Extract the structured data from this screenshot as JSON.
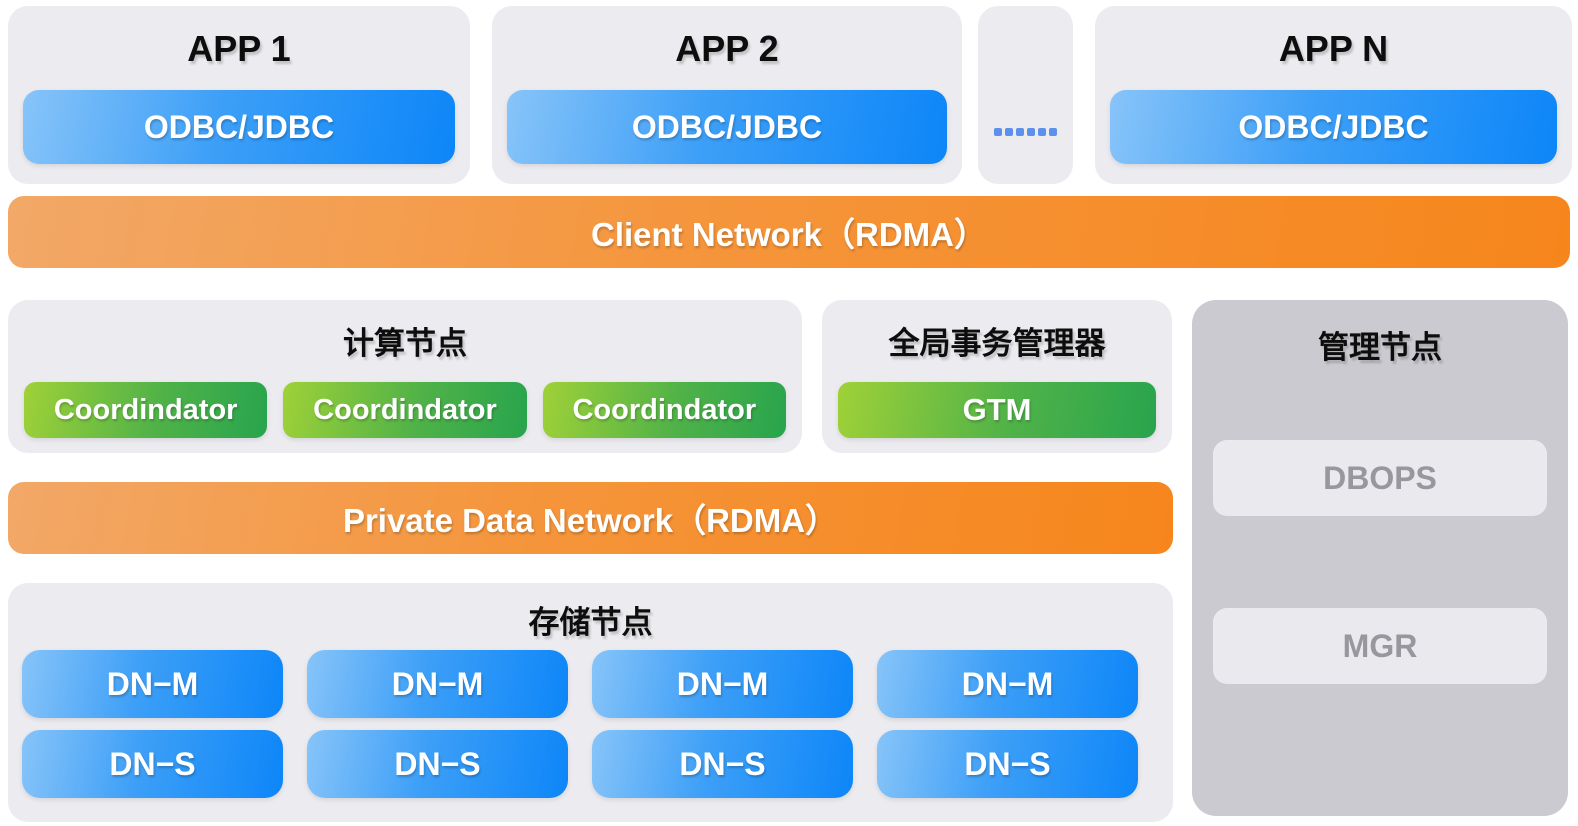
{
  "apps": {
    "cards": [
      {
        "title": "APP 1",
        "driver_label": "ODBC/JDBC"
      },
      {
        "title": "APP 2",
        "driver_label": "ODBC/JDBC"
      },
      {
        "title": "APP N",
        "driver_label": "ODBC/JDBC"
      }
    ]
  },
  "client_network_banner": {
    "label": "Client Network（RDMA）"
  },
  "private_network_banner": {
    "label": "Private Data Network（RDMA）"
  },
  "compute_panel": {
    "title": "计算节点",
    "coordinators": [
      "Coordindator",
      "Coordindator",
      "Coordindator"
    ]
  },
  "gtm_panel": {
    "title": "全局事务管理器",
    "node_label": "GTM"
  },
  "management_panel": {
    "title": "管理节点",
    "tools": [
      "DBOPS",
      "MGR"
    ]
  },
  "storage_panel": {
    "title": "存储节点",
    "data_node_groups": [
      {
        "master": "DN−M",
        "standby": "DN−S"
      },
      {
        "master": "DN−M",
        "standby": "DN−S"
      },
      {
        "master": "DN−M",
        "standby": "DN−S"
      },
      {
        "master": "DN−M",
        "standby": "DN−S"
      }
    ]
  },
  "icons": {
    "apps_ellipsis": "six-dot-ellipsis"
  },
  "colors": {
    "panel_light": "#ECEBEF",
    "panel_dark": "#CBCAD0",
    "management_box_bg": "#EAE9ED",
    "management_box_text": "#98979D",
    "blue_gradient_start": "#87C4F9",
    "blue_gradient_end": "#0D86F8",
    "green_gradient_start": "#9FD138",
    "green_gradient_end": "#28A44D",
    "orange_gradient_start": "#F2A867",
    "orange_gradient_end": "#F6861C",
    "ellipsis_dot": "#5C90EC",
    "title_text": "#0D0D0D",
    "pill_text": "#FFFFFF"
  }
}
